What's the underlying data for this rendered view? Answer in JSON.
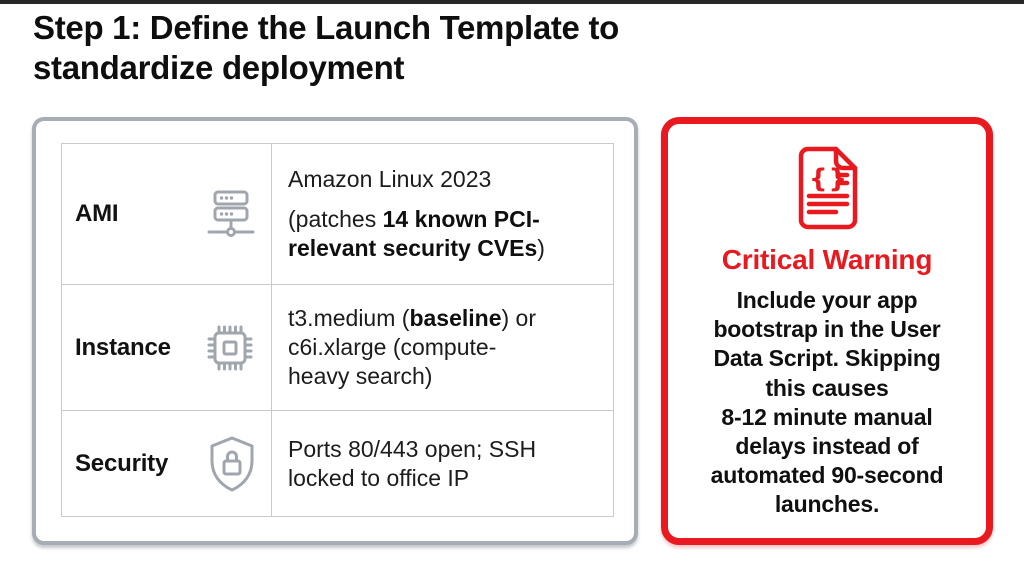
{
  "slide": {
    "title": "Step 1: Define the Launch Template to\nstandardize deployment"
  },
  "spec_table": {
    "rows": [
      {
        "label": "AMI",
        "icon": "server-icon",
        "line1": "Amazon Linux 2023",
        "line2_prefix": "(patches ",
        "line2_bold": "14 known PCI-\nrelevant security CVEs",
        "line2_suffix": ")"
      },
      {
        "label": "Instance",
        "icon": "cpu-icon",
        "prefix": "t3.medium (",
        "bold": "baseline",
        "suffix": ") or\nc6i.xlarge (compute-\nheavy search)"
      },
      {
        "label": "Security",
        "icon": "shield-lock-icon",
        "text": "Ports 80/443 open; SSH\nlocked to office IP"
      }
    ]
  },
  "warning": {
    "icon": "code-file-icon",
    "title": "Critical Warning",
    "body": "Include your app\nbootstrap in the User\nData Script. Skipping\nthis causes\n8-12 minute manual\ndelays instead of\nautomated 90-second\nlaunches."
  },
  "colors": {
    "accent_red": "#e8191f",
    "panel_border_gray": "#a7adb5",
    "icon_gray": "#a0a6ad",
    "table_line_gray": "#c9cacc",
    "title_black": "#0e0e0e"
  }
}
